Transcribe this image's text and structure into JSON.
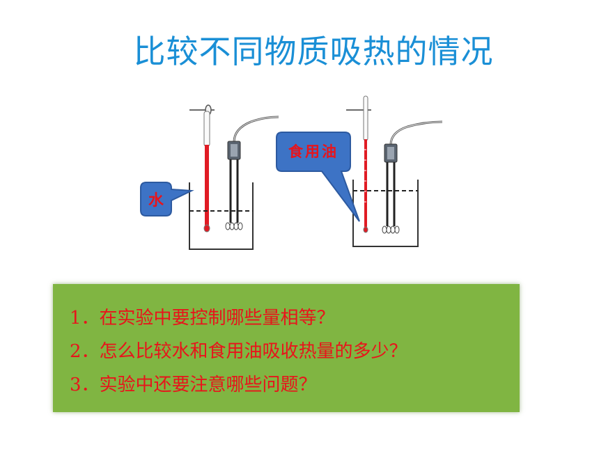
{
  "page": {
    "title": "比较不同物质吸热的情况"
  },
  "diagram": {
    "callouts": {
      "water": "水",
      "oil": "食用油"
    },
    "colors": {
      "thermometer_liquid": "#e01b24",
      "callout_fill": "#3d73c5",
      "callout_text": "#e8141b",
      "callout_border": "#2d5aa0"
    }
  },
  "questions": [
    "1．在实验中要控制哪些量相等？",
    "2．怎么比较水和食用油吸收热量的多少？",
    "3．实验中还要注意哪些问题？"
  ],
  "colors": {
    "title": "#1a8fd6",
    "box": "#80b542",
    "question_text": "#e8141b"
  }
}
